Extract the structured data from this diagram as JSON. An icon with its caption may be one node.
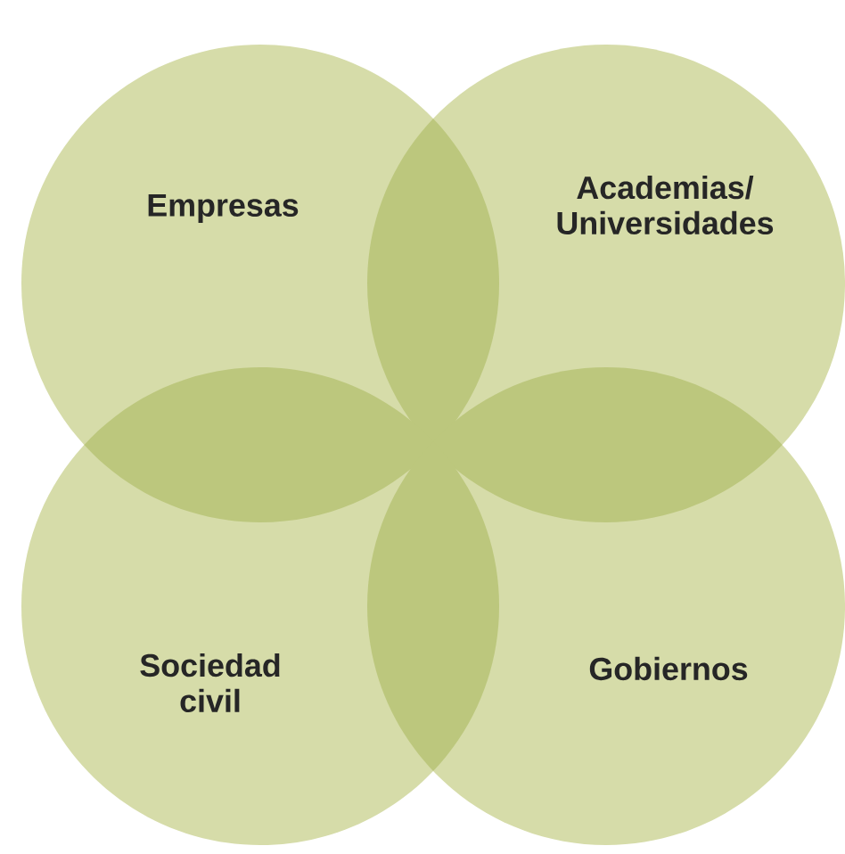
{
  "diagram": {
    "nodes": [
      {
        "text": [
          "Empresas"
        ]
      },
      {
        "text": [
          "Academias/ Universidades"
        ]
      },
      {
        "text": [
          "Sociedad civil"
        ]
      },
      {
        "text": [
          "Gobiernos"
        ]
      }
    ]
  }
}
